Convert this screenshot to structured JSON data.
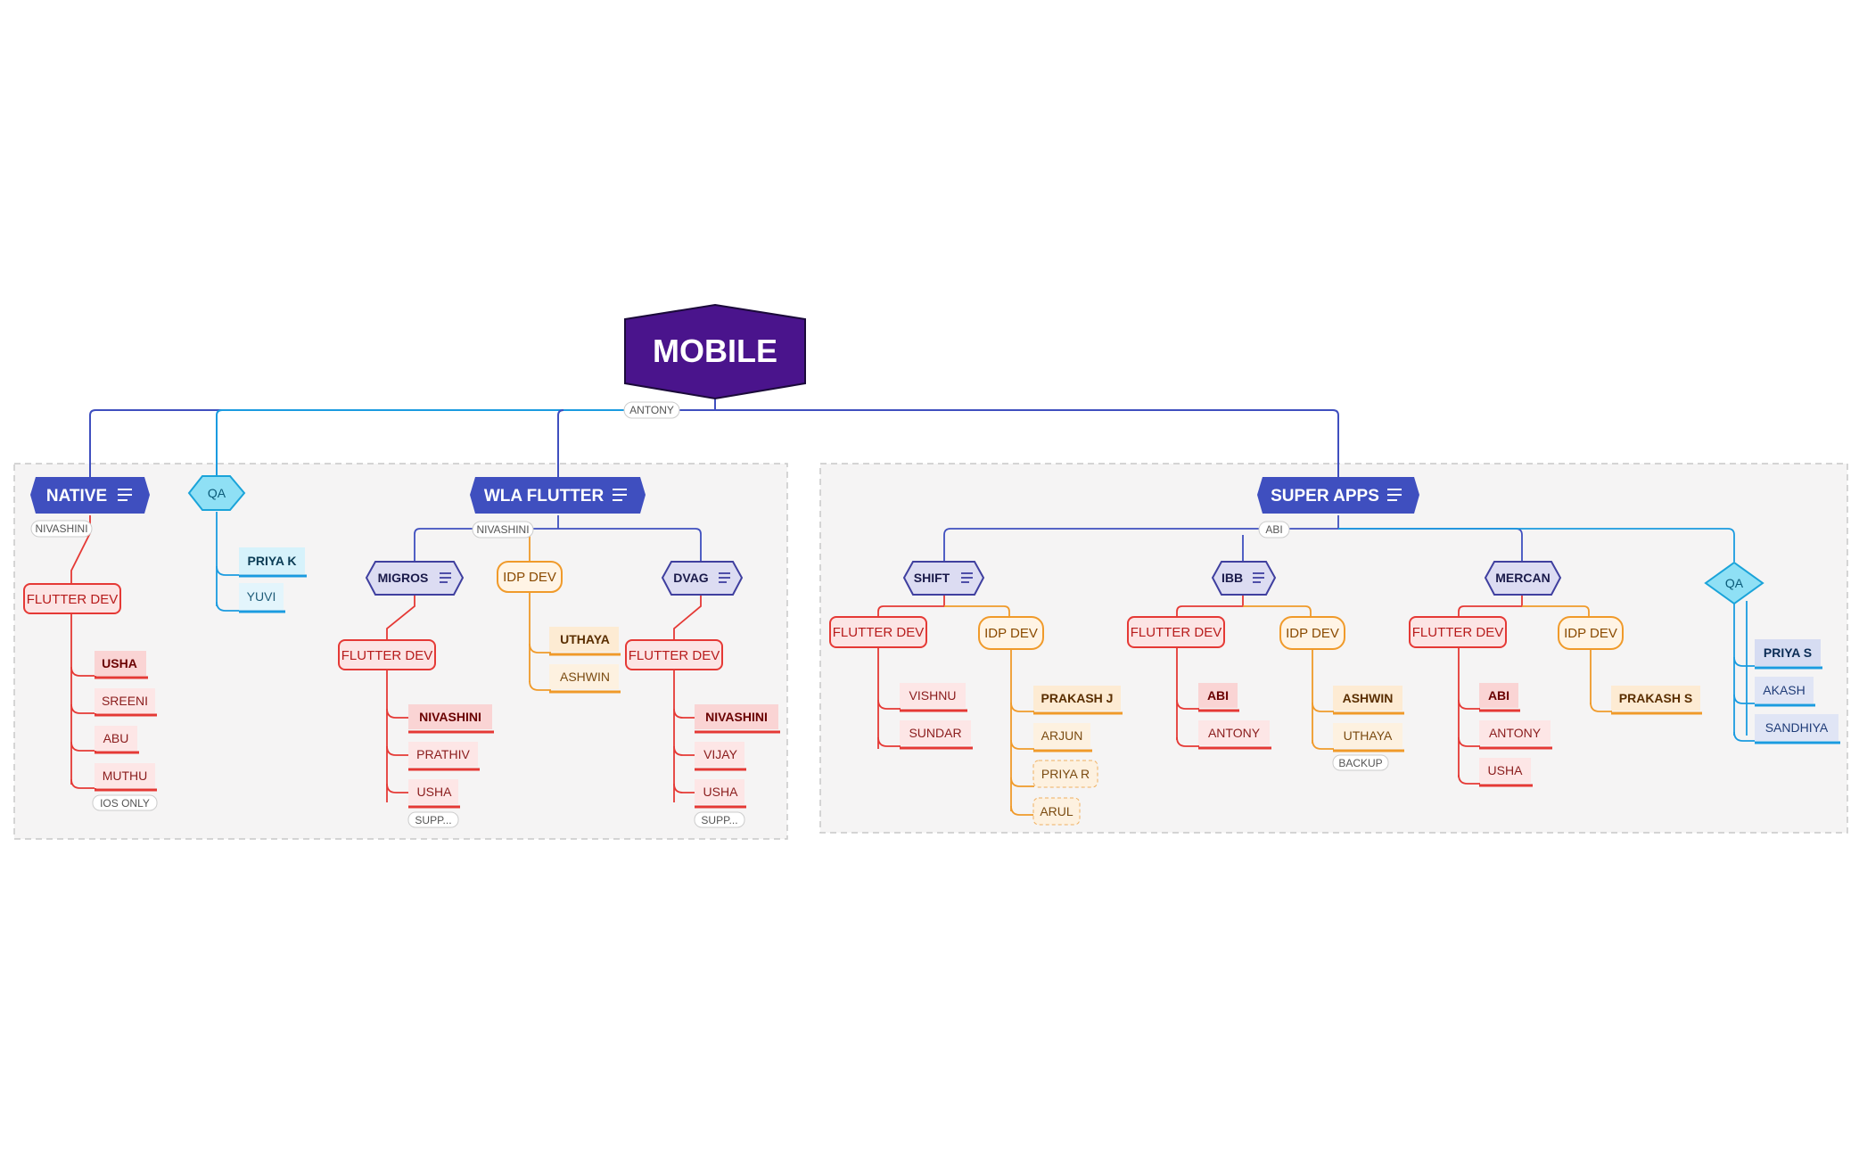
{
  "colors": {
    "root": "#4a148c",
    "topic": "#3f4fbf",
    "subtopic_fill": "#dcdcf2",
    "subtopic_stroke": "#3f3f9f",
    "qa_fill": "#8fe0f5",
    "qa_stroke": "#1aa3d9",
    "red": "#e53935",
    "red_fill": "#fce4e4",
    "orange": "#f09a2a",
    "orange_fill": "#fdebd3",
    "blue_line": "#3f4fbf",
    "cyan_line": "#1a9be0",
    "group_bg": "#f5f4f4",
    "group_border": "#c8c8c8"
  },
  "root": {
    "label": "MOBILE",
    "note": "ANTONY"
  },
  "native": {
    "label": "NATIVE",
    "note": "NIVASHINI",
    "flutter_dev": "FLUTTER DEV",
    "members": [
      "USHA",
      "SREENI",
      "ABU",
      "MUTHU"
    ],
    "footnote": "IOS ONLY"
  },
  "qa_left": {
    "label": "QA",
    "members": [
      "PRIYA K",
      "YUVI"
    ]
  },
  "wla": {
    "label": "WLA FLUTTER",
    "note": "NIVASHINI",
    "migros": {
      "label": "MIGROS",
      "flutter_dev": "FLUTTER DEV",
      "members": [
        "NIVASHINI",
        "PRATHIV",
        "USHA"
      ],
      "footnote": "SUPP..."
    },
    "idp": {
      "label": "IDP DEV",
      "members": [
        "UTHAYA",
        "ASHWIN"
      ]
    },
    "dvag": {
      "label": "DVAG",
      "flutter_dev": "FLUTTER DEV",
      "members": [
        "NIVASHINI",
        "VIJAY",
        "USHA"
      ],
      "footnote": "SUPP..."
    }
  },
  "super": {
    "label": "SUPER APPS",
    "note": "ABI",
    "shift": {
      "label": "SHIFT",
      "flutter_dev": "FLUTTER DEV",
      "flutter_members": [
        "VISHNU",
        "SUNDAR"
      ],
      "idp_dev": "IDP DEV",
      "idp_members": [
        "PRAKASH J",
        "ARJUN",
        "PRIYA R",
        "ARUL"
      ]
    },
    "ibb": {
      "label": "IBB",
      "flutter_dev": "FLUTTER DEV",
      "flutter_members": [
        "ABI",
        "ANTONY"
      ],
      "idp_dev": "IDP DEV",
      "idp_members": [
        "ASHWIN",
        "UTHAYA"
      ],
      "footnote": "BACKUP"
    },
    "mercan": {
      "label": "MERCAN",
      "flutter_dev": "FLUTTER DEV",
      "flutter_members": [
        "ABI",
        "ANTONY",
        "USHA"
      ],
      "idp_dev": "IDP DEV",
      "idp_members": [
        "PRAKASH S"
      ]
    },
    "qa": {
      "label": "QA",
      "members": [
        "PRIYA S",
        "AKASH",
        "SANDHIYA"
      ]
    }
  }
}
